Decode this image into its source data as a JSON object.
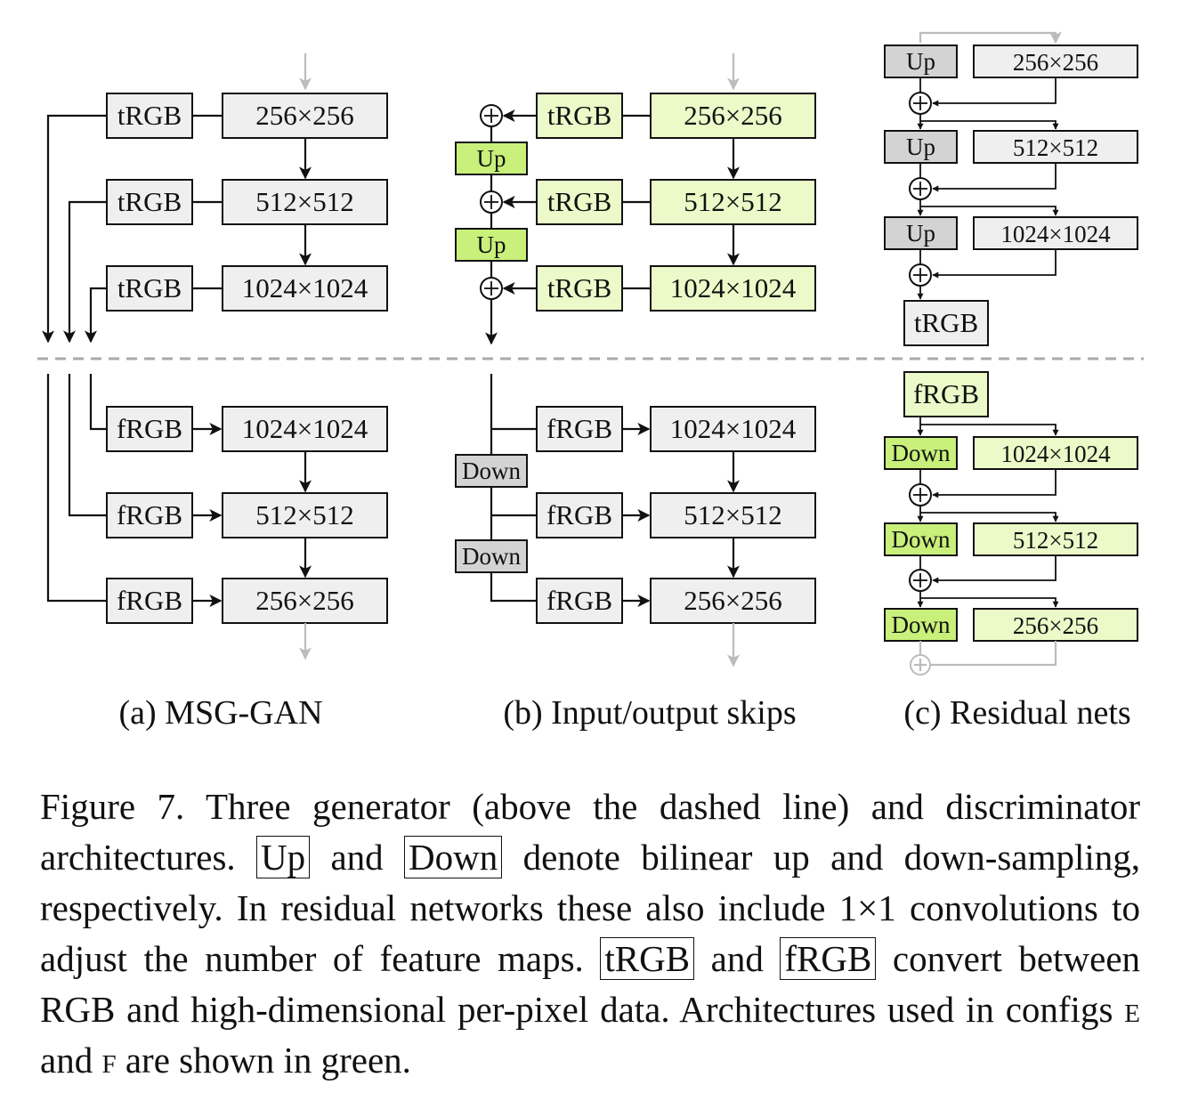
{
  "panels": {
    "a": {
      "caption": "(a) MSG-GAN",
      "generator": {
        "res": [
          "256×256",
          "512×512",
          "1024×1024"
        ],
        "to_rgb": [
          "tRGB",
          "tRGB",
          "tRGB"
        ]
      },
      "discriminator": {
        "res": [
          "1024×1024",
          "512×512",
          "256×256"
        ],
        "from_rgb": [
          "fRGB",
          "fRGB",
          "fRGB"
        ]
      }
    },
    "b": {
      "caption": "(b) Input/output skips",
      "generator": {
        "res": [
          "256×256",
          "512×512",
          "1024×1024"
        ],
        "to_rgb": [
          "tRGB",
          "tRGB",
          "tRGB"
        ],
        "up": [
          "Up",
          "Up"
        ]
      },
      "discriminator": {
        "res": [
          "1024×1024",
          "512×512",
          "256×256"
        ],
        "from_rgb": [
          "fRGB",
          "fRGB",
          "fRGB"
        ],
        "down": [
          "Down",
          "Down"
        ]
      }
    },
    "c": {
      "caption": "(c) Residual nets",
      "generator": {
        "res": [
          "256×256",
          "512×512",
          "1024×1024"
        ],
        "up": [
          "Up",
          "Up",
          "Up"
        ],
        "to_rgb": "tRGB"
      },
      "discriminator": {
        "from_rgb": "fRGB",
        "res": [
          "1024×1024",
          "512×512",
          "256×256"
        ],
        "down": [
          "Down",
          "Down",
          "Down"
        ]
      }
    }
  },
  "plus_symbol": "+",
  "caption": {
    "p1": "Figure 7.    Three generator (above the dashed line) and discriminator architectures.",
    "up": "Up",
    "and1": "and",
    "down": "Down",
    "p2": "denote bilinear up and down-sampling, respectively.  In residual networks these also include 1×1 convolutions to adjust the number of feature maps.",
    "trgb": "tRGB",
    "and2": "and",
    "frgb": "fRGB",
    "p3": "convert between RGB and high-dimensional per-pixel data. Architectures used in configs",
    "e": "e",
    "and3": "and",
    "f": "f",
    "p4": "are shown in green."
  },
  "colors": {
    "box_gray": "#efefef",
    "box_green": "#ebfac8",
    "op_gray": "#d3d3d3",
    "op_green": "#c8f07a",
    "light_line": "#bcbcbc",
    "dashed_separator": "#aaaaaa"
  }
}
